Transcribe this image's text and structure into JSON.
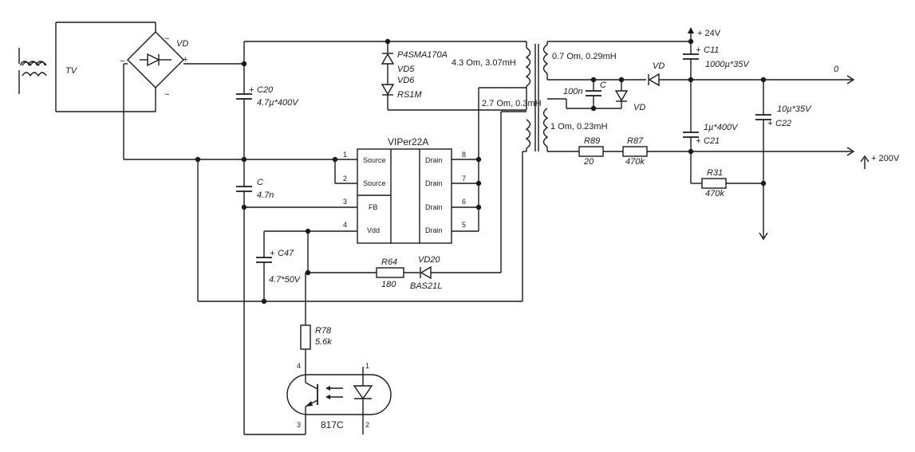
{
  "transformer_in": "TV",
  "bridge": {
    "label": "VD",
    "minus": "−",
    "plus": "+"
  },
  "c20": {
    "name": "C20",
    "value": "4.7µ*400V",
    "pol": "+"
  },
  "c_snub": {
    "name": "C",
    "value": "4.7n"
  },
  "c47": {
    "name": "C47",
    "value": "4.7*50V",
    "pol": "+"
  },
  "tvs": {
    "name": "P4SMA170A",
    "d5": "VD5",
    "d6": "VD6",
    "rs": "RS1M"
  },
  "primary_winding": "4.3 Om, 3.07mH",
  "aux_winding": "2.7 Om, 0.3mH",
  "sec_top": "0.7 Om, 0.29mH",
  "sec_bot": "1 Om, 0.23mH",
  "ic": {
    "name": "VIPer22A",
    "pins_left": [
      {
        "num": "1",
        "label": "Source"
      },
      {
        "num": "2",
        "label": "Source"
      },
      {
        "num": "3",
        "label": "FB"
      },
      {
        "num": "4",
        "label": "Vdd"
      }
    ],
    "pins_right": [
      {
        "num": "8",
        "label": "Drain"
      },
      {
        "num": "7",
        "label": "Drain"
      },
      {
        "num": "6",
        "label": "Drain"
      },
      {
        "num": "5",
        "label": "Drain"
      }
    ]
  },
  "r64": {
    "name": "R64",
    "value": "180"
  },
  "vd20": {
    "name": "VD20",
    "value": "BAS21L"
  },
  "r78": {
    "name": "R78",
    "value": "5.6k"
  },
  "opto": {
    "name": "817C",
    "pin1": "1",
    "pin2": "2",
    "pin3": "3",
    "pin4": "4"
  },
  "c_small": {
    "name": "C",
    "value": "100n"
  },
  "vd_a": "VD",
  "vd_b": "VD",
  "c11": {
    "name": "C11",
    "value": "1000µ*35V",
    "pol": "+"
  },
  "c21": {
    "name": "C21",
    "value": "1µ*400V",
    "pol": "+"
  },
  "c22": {
    "name": "C22",
    "value": "10µ*35V",
    "pol": "+"
  },
  "r89": {
    "name": "R89",
    "value": "20"
  },
  "r87": {
    "name": "R87",
    "value": "470k"
  },
  "r31": {
    "name": "R31",
    "value": "470k"
  },
  "out_24v": "+ 24V",
  "out_0": "0",
  "out_200v": "+ 200V"
}
